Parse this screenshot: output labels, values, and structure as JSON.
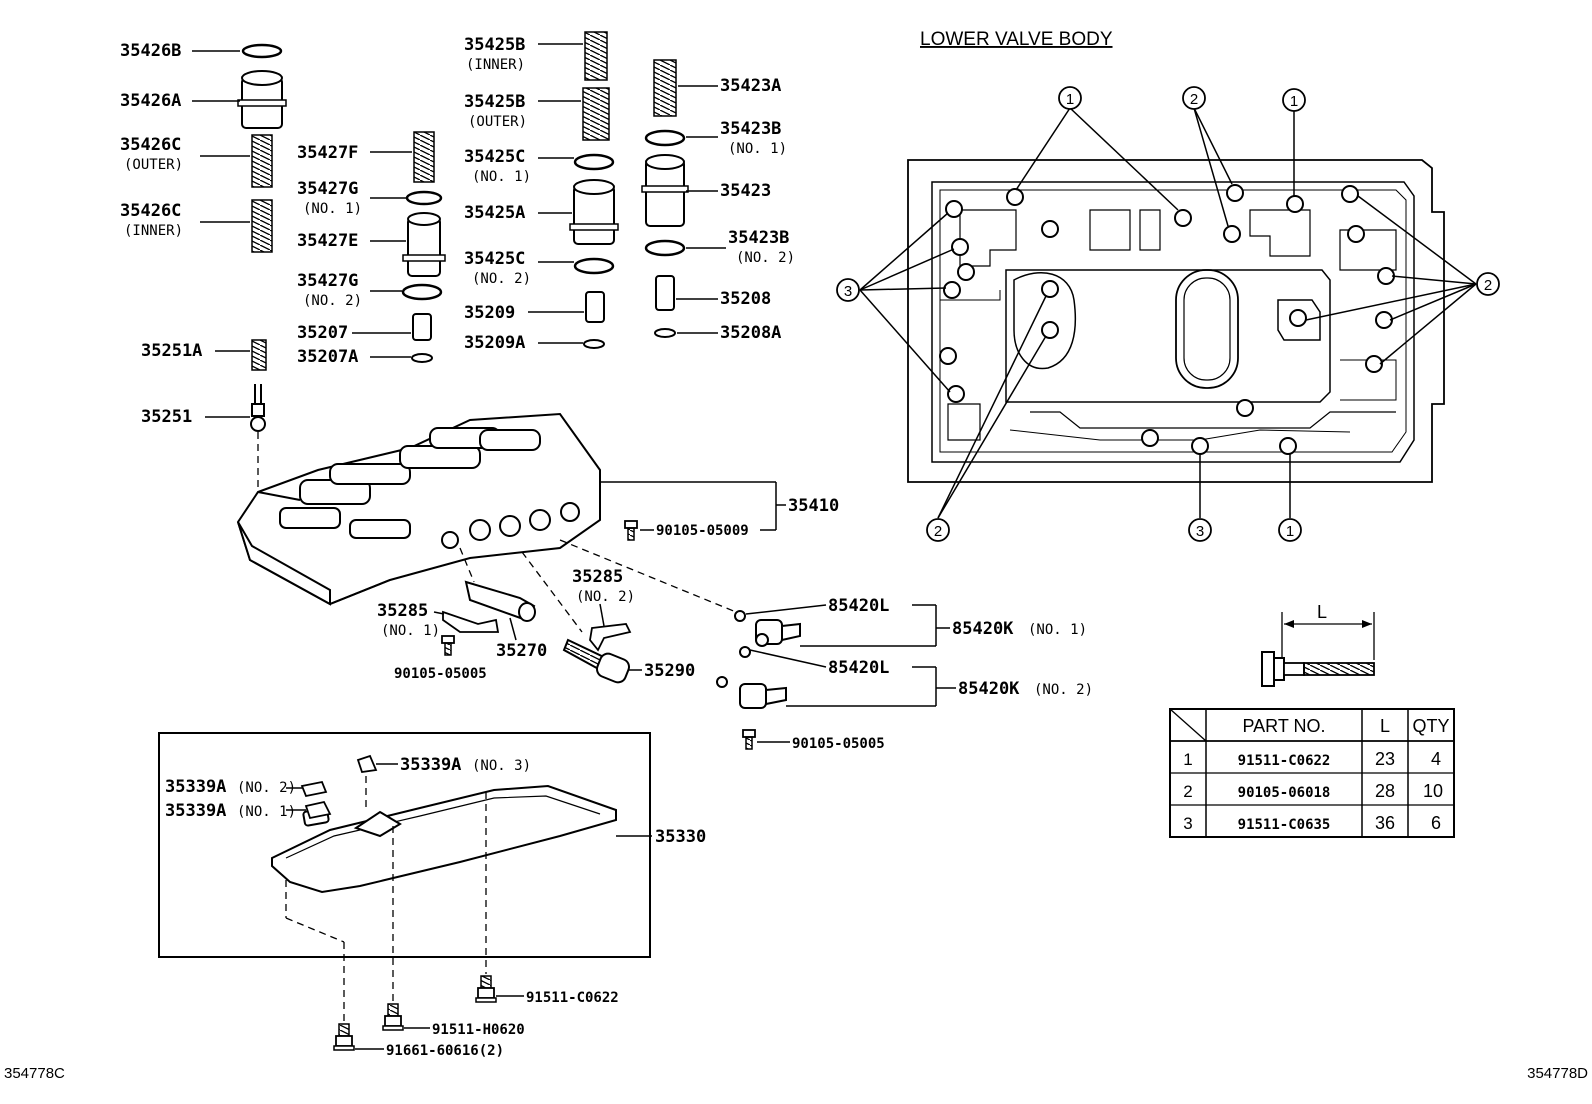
{
  "diagram_title": "LOWER VALVE BODY",
  "footer_left": "354778C",
  "footer_right": "354778D",
  "parts": {
    "p35426B": "35426B",
    "p35426A": "35426A",
    "p35426C_outer": "35426C",
    "p35426C_outer_sub": "(OUTER)",
    "p35426C_inner": "35426C",
    "p35426C_inner_sub": "(INNER)",
    "p35427F": "35427F",
    "p35427G_1": "35427G",
    "p35427G_1_sub": "(NO. 1)",
    "p35427E": "35427E",
    "p35427G_2": "35427G",
    "p35427G_2_sub": "(NO. 2)",
    "p35207": "35207",
    "p35207A": "35207A",
    "p35251A": "35251A",
    "p35251": "35251",
    "p35425B_inner": "35425B",
    "p35425B_inner_sub": "(INNER)",
    "p35425B_outer": "35425B",
    "p35425B_outer_sub": "(OUTER)",
    "p35425C_1": "35425C",
    "p35425C_1_sub": "(NO. 1)",
    "p35425A": "35425A",
    "p35425C_2": "35425C",
    "p35425C_2_sub": "(NO. 2)",
    "p35209": "35209",
    "p35209A": "35209A",
    "p35423A": "35423A",
    "p35423B_1": "35423B",
    "p35423B_1_sub": "(NO. 1)",
    "p35423": "35423",
    "p35423B_2": "35423B",
    "p35423B_2_sub": "(NO. 2)",
    "p35208": "35208",
    "p35208A": "35208A",
    "p35410": "35410",
    "p90105_05009": "90105-05009",
    "p35285_2": "35285",
    "p35285_2_sub": "(NO. 2)",
    "p35285_1": "35285",
    "p35285_1_sub": "(NO. 1)",
    "p35270": "35270",
    "p35290": "35290",
    "p90105_05005_a": "90105-05005",
    "p85420L_1": "85420L",
    "p85420K_1": "85420K",
    "p85420K_1_sub": "(NO. 1)",
    "p85420L_2": "85420L",
    "p85420K_2": "85420K",
    "p85420K_2_sub": "(NO. 2)",
    "p90105_05005_b": "90105-05005",
    "p35339A_3": "35339A",
    "p35339A_3_sub": "(NO. 3)",
    "p35339A_2": "35339A",
    "p35339A_2_sub": "(NO. 2)",
    "p35339A_1": "35339A",
    "p35339A_1_sub": "(NO. 1)",
    "p35330": "35330",
    "p91511_C0622": "91511-C0622",
    "p91511_H0620": "91511-H0620",
    "p91661_60616": "91661-60616(2)"
  },
  "callouts": {
    "c1": "1",
    "c2": "2",
    "c3": "3"
  },
  "bolt_dimension_label": "L",
  "bolt_table": {
    "headers": [
      "PART NO.",
      "L",
      "QTY"
    ],
    "rows": [
      {
        "index": "1",
        "part_no": "91511-C0622",
        "length": "23",
        "qty": "4"
      },
      {
        "index": "2",
        "part_no": "90105-06018",
        "length": "28",
        "qty": "10"
      },
      {
        "index": "3",
        "part_no": "91511-C0635",
        "length": "36",
        "qty": "6"
      }
    ]
  }
}
